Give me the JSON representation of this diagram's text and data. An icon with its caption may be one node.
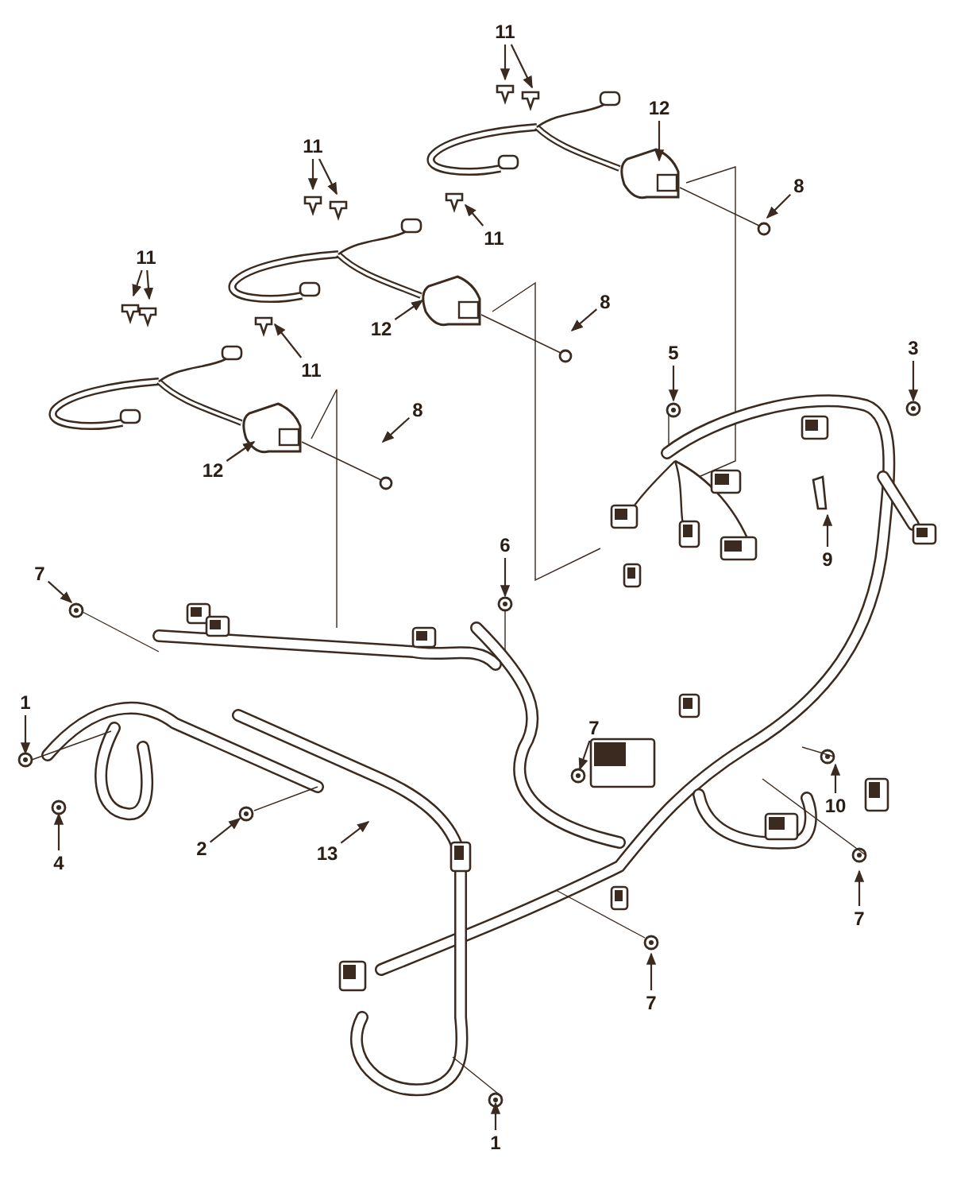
{
  "diagram": {
    "nodes": [
      {
        "text": [
          "11"
        ]
      },
      {
        "text": [
          "12"
        ]
      },
      {
        "text": [
          "8"
        ]
      },
      {
        "text": [
          "11"
        ]
      },
      {
        "text": [
          "11"
        ]
      },
      {
        "text": [
          "11"
        ]
      },
      {
        "text": [
          "8"
        ]
      },
      {
        "text": [
          "12"
        ]
      },
      {
        "text": [
          "11"
        ]
      },
      {
        "text": [
          "5"
        ]
      },
      {
        "text": [
          "3"
        ]
      },
      {
        "text": [
          "8"
        ]
      },
      {
        "text": [
          "12"
        ]
      },
      {
        "text": [
          "6"
        ]
      },
      {
        "text": [
          "9"
        ]
      },
      {
        "text": [
          "7"
        ]
      },
      {
        "text": [
          "1"
        ]
      },
      {
        "text": [
          "7"
        ]
      },
      {
        "text": [
          "4"
        ]
      },
      {
        "text": [
          "2"
        ]
      },
      {
        "text": [
          "13"
        ]
      },
      {
        "text": [
          "10"
        ]
      },
      {
        "text": [
          "7"
        ]
      },
      {
        "text": [
          "7"
        ]
      },
      {
        "text": [
          "1"
        ]
      }
    ],
    "edges": [
      {
        "from": 0,
        "to": null,
        "arrow": "to"
      },
      {
        "from": 0,
        "to": null,
        "arrow": "to"
      },
      {
        "from": 1,
        "to": null,
        "arrow": "to"
      },
      {
        "from": 2,
        "to": null,
        "arrow": "to"
      },
      {
        "from": 3,
        "to": null,
        "arrow": "to"
      },
      {
        "from": 3,
        "to": null,
        "arrow": "to"
      },
      {
        "from": 4,
        "to": null,
        "arrow": "to"
      },
      {
        "from": 5,
        "to": null,
        "arrow": "to"
      },
      {
        "from": 5,
        "to": null,
        "arrow": "to"
      },
      {
        "from": 6,
        "to": null,
        "arrow": "to"
      },
      {
        "from": 7,
        "to": null,
        "arrow": "to"
      },
      {
        "from": 8,
        "to": null,
        "arrow": "to"
      },
      {
        "from": 9,
        "to": null,
        "arrow": "to"
      },
      {
        "from": 10,
        "to": null,
        "arrow": "to"
      },
      {
        "from": 11,
        "to": null,
        "arrow": "to"
      },
      {
        "from": 12,
        "to": null,
        "arrow": "to"
      },
      {
        "from": 13,
        "to": null,
        "arrow": "to"
      },
      {
        "from": 14,
        "to": null,
        "arrow": "to"
      },
      {
        "from": 15,
        "to": null,
        "arrow": "to"
      },
      {
        "from": 16,
        "to": null,
        "arrow": "to"
      },
      {
        "from": 17,
        "to": null,
        "arrow": "to"
      },
      {
        "from": 18,
        "to": null,
        "arrow": "to"
      },
      {
        "from": 19,
        "to": null,
        "arrow": "to"
      },
      {
        "from": 20,
        "to": null,
        "arrow": "to"
      },
      {
        "from": 21,
        "to": null,
        "arrow": "to"
      },
      {
        "from": 22,
        "to": null,
        "arrow": "to"
      },
      {
        "from": 23,
        "to": null,
        "arrow": "to"
      },
      {
        "from": 24,
        "to": null,
        "arrow": "to"
      }
    ]
  }
}
